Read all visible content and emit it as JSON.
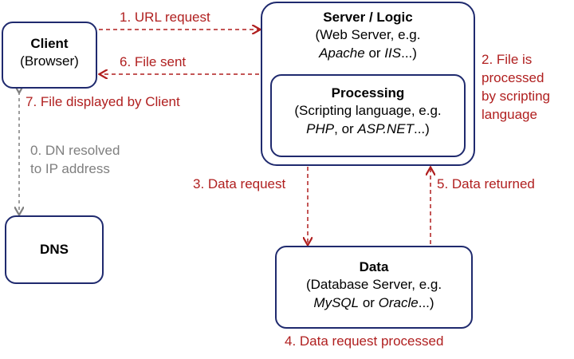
{
  "colors": {
    "box_border": "#1f2a6e",
    "flow_red": "#b01f1f",
    "dns_gray": "#7f7f7f"
  },
  "client": {
    "title": "Client",
    "subtitle": "(Browser)"
  },
  "server": {
    "title": "Server / Logic",
    "line1": "(Web Server, e.g.",
    "line2_italic_a": "Apache",
    "line2_mid": " or ",
    "line2_italic_b": "IIS",
    "line2_end": "...)"
  },
  "processing": {
    "title": "Processing",
    "line1": "(Scripting language, e.g.",
    "line2_italic_a": "PHP",
    "line2_mid": ", or ",
    "line2_italic_b": "ASP.NET",
    "line2_end": "...)"
  },
  "dns": {
    "title": "DNS"
  },
  "data": {
    "title": "Data",
    "line1": "(Database Server, e.g.",
    "line2_italic_a": "MySQL",
    "line2_mid": " or ",
    "line2_italic_b": "Oracle",
    "line2_end": "...)"
  },
  "labels": {
    "step1": "1. URL request",
    "step6": "6. File sent",
    "step7": "7. File displayed by Client",
    "step0_line1": "0. DN resolved",
    "step0_line2": "to IP address",
    "step2_line1": "2. File is",
    "step2_line2": "processed",
    "step2_line3": "by scripting",
    "step2_line4": "language",
    "step3": "3. Data request",
    "step5": "5. Data returned",
    "step4": "4. Data request processed"
  }
}
